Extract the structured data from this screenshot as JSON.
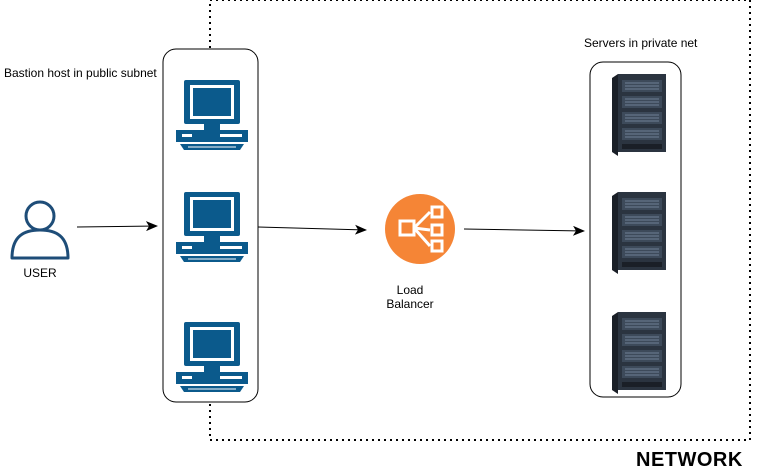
{
  "labels": {
    "bastion": "Bastion host in public subnet",
    "servers": "Servers in private net",
    "user": "USER",
    "load_balancer_line1": "Load",
    "load_balancer_line2": "Balancer",
    "network": "NETWORK"
  },
  "icons": {
    "user": "user-icon",
    "host": "computer-icon",
    "load_balancer": "load-balancer-icon",
    "server": "server-rack-icon"
  },
  "colors": {
    "computer_blue": "#0b5a8c",
    "load_balancer_orange": "#f58536",
    "server_dark": "#232f3e",
    "user_blue": "#1e4d78",
    "stroke": "#000000"
  }
}
